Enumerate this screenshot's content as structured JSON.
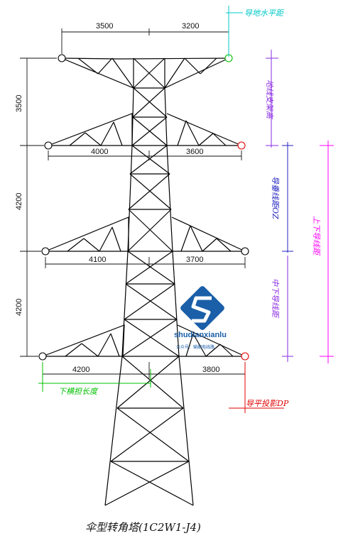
{
  "title": "伞型转角塔(1C2W1-J4)",
  "colors": {
    "tower": "#000000",
    "dim_line": "#111111",
    "cyan": "#00c8c8",
    "purple": "#8a2be2",
    "magenta": "#ff00ff",
    "green": "#00c000",
    "red": "#e00000",
    "blue": "#2020c0",
    "watermark": "#1a5fa8"
  },
  "dims": {
    "top_left": "3500",
    "top_right": "3200",
    "arm1_left": "4000",
    "arm1_right": "3600",
    "arm2_left": "4100",
    "arm2_right": "3700",
    "arm3_left": "4200",
    "arm3_right": "3800",
    "v_top": "3500",
    "v_mid": "4200",
    "v_bot": "4200"
  },
  "labels": {
    "ground_wire_h": "导地水平距",
    "ground_wire_support_h": "地线支架高",
    "lower_arm_length": "下横担长度",
    "dp": "导平投影DP",
    "oz_distance": "导垂线距OZ",
    "mid_lower_spacing": "中下导线距",
    "upper_lower_spacing": "上下导线距"
  },
  "watermark": {
    "brand": "shudianxianlu",
    "sub": "公众号：输配电线路"
  }
}
